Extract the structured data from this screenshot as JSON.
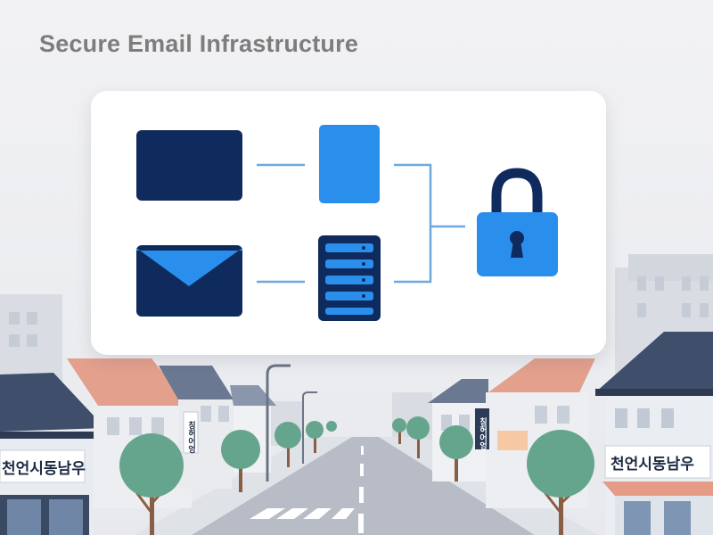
{
  "title": "Secure Email Infrastructure",
  "diagram": {
    "icons": [
      "document-block-icon",
      "tablet-icon",
      "envelope-icon",
      "server-rack-icon",
      "padlock-icon"
    ]
  },
  "street": {
    "sign_left_horizontal": "천언시동남우",
    "sign_right_horizontal": "천언시동남우",
    "sign_left_vertical": "칭허어엉",
    "sign_right_vertical": "칭허어엉"
  },
  "colors": {
    "navy": "#0f2a5c",
    "blue": "#2a8fec",
    "light_blue": "#4aa3f0",
    "connector": "#6ea8dc",
    "title_gray": "#7d7d7d"
  }
}
